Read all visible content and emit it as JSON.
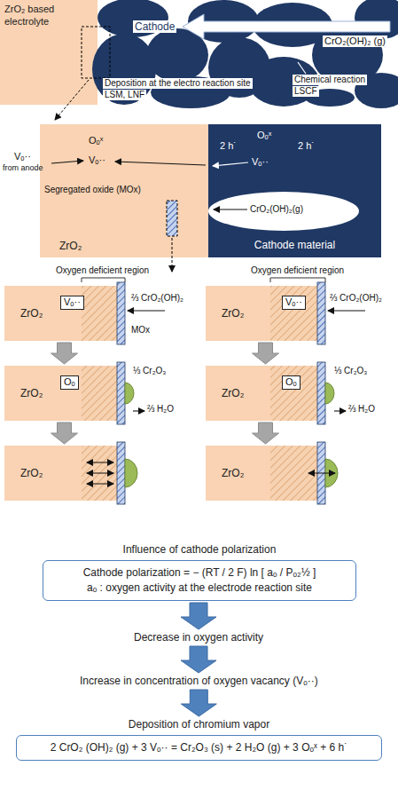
{
  "diagram": {
    "nodes": [
      {
        "text": [
          "ZrO₂ based electrolyte"
        ]
      },
      {
        "text": [
          "ZrO₂"
        ]
      },
      {
        "text": [
          "Cathode material"
        ]
      },
      {
        "text": [
          "ZrO₂"
        ]
      },
      {
        "text": [
          "Vₒ··"
        ],
        "in": 3
      },
      {
        "text": [
          "ZrO₂"
        ]
      },
      {
        "text": [
          "Oₒ"
        ],
        "in": 5
      },
      {
        "text": [
          "ZrO₂"
        ]
      },
      {
        "text": [
          "ZrO₂"
        ]
      },
      {
        "text": [
          "Vₒ··"
        ],
        "in": 8
      },
      {
        "text": [
          "ZrO₂"
        ]
      },
      {
        "text": [
          "Oₒ"
        ],
        "in": 10
      },
      {
        "text": [
          "ZrO₂"
        ]
      },
      {
        "text": [
          "Influence of cathode polarization",
          "Cathode polarization = − (RT / 2 F) ln [ aₒ / Pₒ₂½ ]",
          "aₒ : oxygen activity at the electrode reaction site"
        ]
      },
      {
        "text": [
          "Decrease in oxygen activity"
        ]
      },
      {
        "text": [
          "Increase in concentration of oxygen vacancy (Vₒ··)"
        ]
      },
      {
        "text": [
          "Deposition of chromium vapor",
          "2 CrO₂ (OH)₂ (g) + 3 Vₒ·· = Cr₂O₃ (s) + 2 H₂O (g) + 3 Oₒˣ + 6 h˙"
        ]
      }
    ],
    "edges": [
      {
        "from": 3,
        "to": 5,
        "arrow": "to"
      },
      {
        "from": 5,
        "to": 7,
        "arrow": "to"
      },
      {
        "from": 8,
        "to": 10,
        "arrow": "to"
      },
      {
        "from": 10,
        "to": 12,
        "arrow": "to"
      },
      {
        "from": 13,
        "to": 14,
        "arrow": "to"
      },
      {
        "from": 14,
        "to": 15,
        "arrow": "to"
      },
      {
        "from": 15,
        "to": 16,
        "arrow": "to"
      }
    ],
    "labels": [
      "Cathode",
      "CrO₂(OH)₂ (g)",
      "Deposition at the electro reaction site",
      "LSM, LNF",
      "Chemical reaction",
      "LSCF",
      "Oₒˣ",
      "Vₒ··",
      "Vₒ··",
      "from anode",
      "2 h˙",
      "Oₒˣ",
      "Vₒ··",
      "2 h˙",
      "CrO₂(OH)₂(g)",
      "Segregated oxide (MOx)",
      "Oxygen deficient region",
      "⅔ CrO₂(OH)₂",
      "MOx",
      "⅓ Cr₂O₃",
      "⅔ H₂O",
      "Oxygen deficient region",
      "⅔ CrO₂(OH)₂",
      "⅓ Cr₂O₃",
      "⅔ H₂O"
    ]
  }
}
